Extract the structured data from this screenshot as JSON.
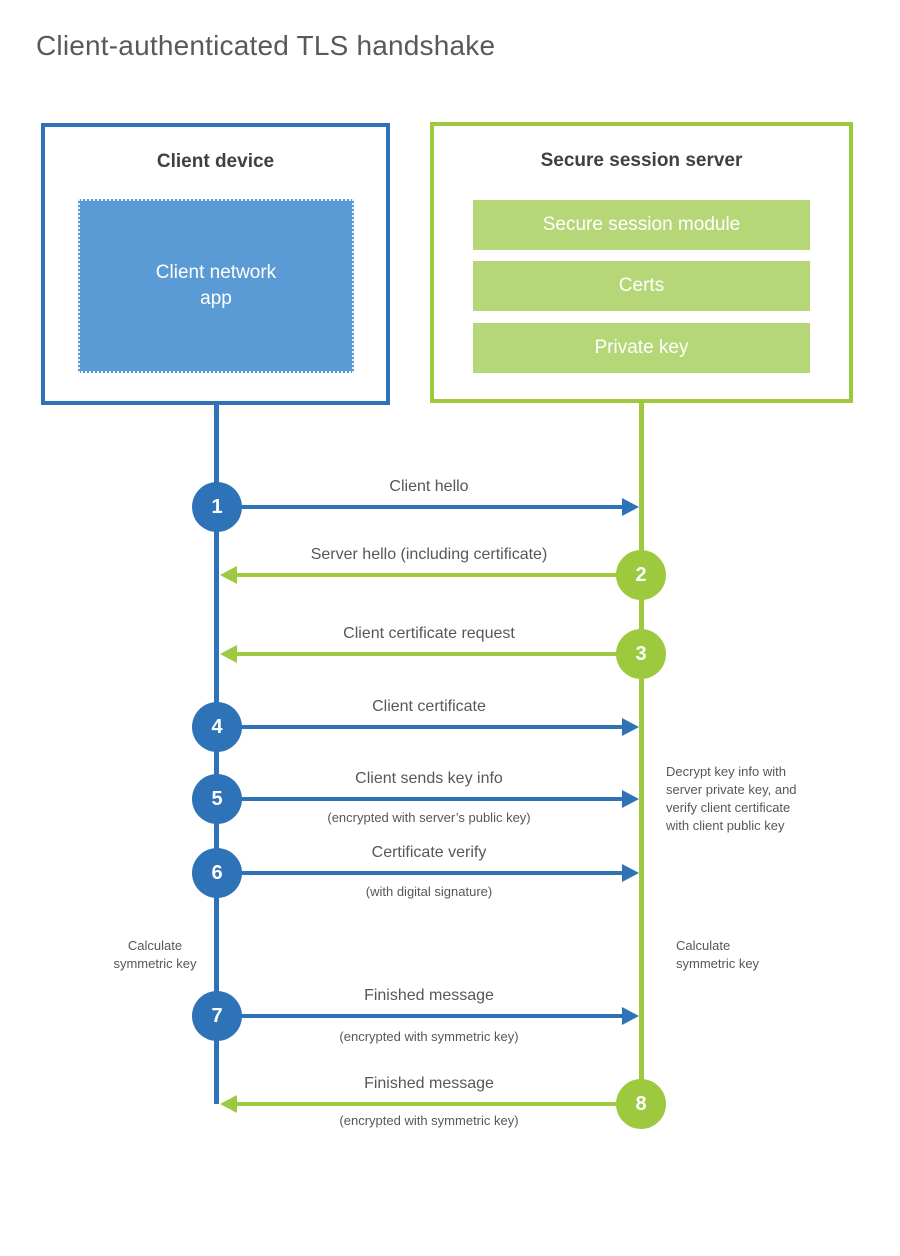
{
  "title": "Client-authenticated TLS handshake",
  "colors": {
    "blue_stroke": "#2E73B8",
    "blue_fill": "#5B9BD5",
    "green_stroke": "#9CC93E",
    "green_fill": "#B5D778",
    "text_dark": "#3F4043",
    "text_gray": "#56575B"
  },
  "client": {
    "title": "Client device",
    "app_label": "Client network\napp"
  },
  "server": {
    "title": "Secure session server",
    "modules": [
      "Secure session module",
      "Certs",
      "Private key"
    ]
  },
  "flows": [
    {
      "num": "1",
      "label": "Client hello",
      "direction": "right",
      "actor": "client"
    },
    {
      "num": "2",
      "label": "Server hello (including certificate)",
      "direction": "left",
      "actor": "server"
    },
    {
      "num": "3",
      "label": "Client certificate request",
      "direction": "left",
      "actor": "server"
    },
    {
      "num": "4",
      "label": "Client certificate",
      "direction": "right",
      "actor": "client"
    },
    {
      "num": "5",
      "label": "Client sends key info",
      "sublabel": "(encrypted with server’s public key)",
      "direction": "right",
      "actor": "client"
    },
    {
      "num": "6",
      "label": "Certificate verify",
      "sublabel": "(with digital signature)",
      "direction": "right",
      "actor": "client"
    },
    {
      "num": "7",
      "label": "Finished message",
      "sublabel": "(encrypted with symmetric key)",
      "direction": "right",
      "actor": "client"
    },
    {
      "num": "8",
      "label": "Finished message",
      "sublabel": "(encrypted with symmetric key)",
      "direction": "left",
      "actor": "server"
    }
  ],
  "notes": {
    "decrypt": "Decrypt key info with\nserver private key, and\nverify client certificate\nwith client public key",
    "calc_left": "Calculate\nsymmetric key",
    "calc_right": "Calculate\nsymmetric key"
  }
}
